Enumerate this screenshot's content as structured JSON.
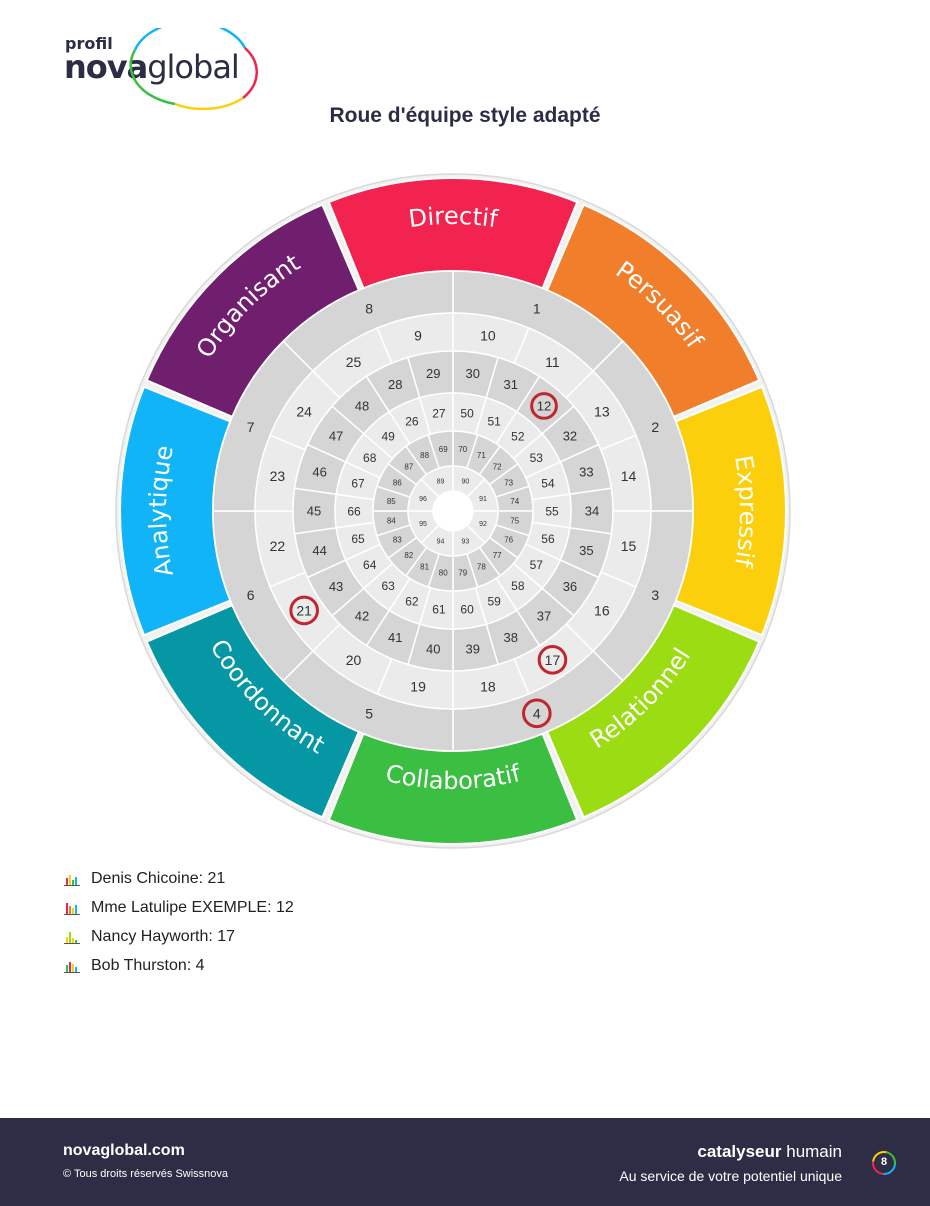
{
  "brand": {
    "profil": "profil",
    "nova": "nova",
    "global": "global"
  },
  "page_title": "Roue d'équipe style adapté",
  "wheel": {
    "segments": [
      {
        "label": "Directif",
        "color": "#f2234f"
      },
      {
        "label": "Persuasif",
        "color": "#f07e2b"
      },
      {
        "label": "Expressif",
        "color": "#fbcf0c"
      },
      {
        "label": "Relationnel",
        "color": "#9bdc13"
      },
      {
        "label": "Collaboratif",
        "color": "#3bbf42"
      },
      {
        "label": "Coordonnant",
        "color": "#0597a3"
      },
      {
        "label": "Analytique",
        "color": "#12b4f8"
      },
      {
        "label": "Organisant",
        "color": "#6f1f6e"
      }
    ],
    "rings": [
      {
        "ring": 1,
        "cells": [
          "1",
          "2",
          "3",
          "4",
          "5",
          "6",
          "7",
          "8"
        ]
      },
      {
        "ring": 2,
        "cells": [
          "10",
          "11",
          "13",
          "14",
          "15",
          "16",
          "17",
          "18",
          "19",
          "20",
          "21",
          "22",
          "23",
          "24",
          "25",
          "9"
        ]
      },
      {
        "ring": 3,
        "cells": [
          "30",
          "31",
          "12",
          "32",
          "33",
          "34",
          "35",
          "36",
          "37",
          "38",
          "39",
          "40",
          "41",
          "42",
          "43",
          "44",
          "45",
          "46",
          "47",
          "48",
          "28",
          "29"
        ]
      },
      {
        "ring": 4,
        "cells": [
          "50",
          "51",
          "52",
          "53",
          "54",
          "55",
          "56",
          "57",
          "58",
          "59",
          "60",
          "61",
          "62",
          "63",
          "64",
          "65",
          "66",
          "67",
          "68",
          "49",
          "26",
          "27"
        ]
      },
      {
        "ring": 5,
        "cells": [
          "70",
          "71",
          "72",
          "73",
          "74",
          "75",
          "76",
          "77",
          "78",
          "79",
          "80",
          "81",
          "82",
          "83",
          "84",
          "85",
          "86",
          "87",
          "88",
          "69"
        ]
      },
      {
        "ring": 6,
        "cells": [
          "90",
          "91",
          "92",
          "93",
          "94",
          "95",
          "96",
          "89"
        ]
      }
    ],
    "highlighted": [
      "12",
      "21",
      "17",
      "4"
    ]
  },
  "legend": [
    {
      "text": "Denis Chicoine: 21",
      "icon": "mini-bar-chart-icon"
    },
    {
      "text": "Mme Latulipe EXEMPLE: 12",
      "icon": "mini-bar-chart-icon"
    },
    {
      "text": "Nancy Hayworth: 17",
      "icon": "mini-bar-chart-icon"
    },
    {
      "text": "Bob Thurston: 4",
      "icon": "mini-bar-chart-icon"
    }
  ],
  "footer": {
    "site": "novaglobal.com",
    "copyright": "© Tous droits réservés Swissnova",
    "tagline_bold": "catalyseur",
    "tagline_rest": " humain",
    "subtitle": "Au service de votre potentiel unique",
    "page_number": "8"
  },
  "colors": {
    "footer_bg": "#2d2e46",
    "highlight": "#c0262d",
    "ring_dark": "#d4d4d4",
    "ring_light": "#e8e8e8"
  }
}
